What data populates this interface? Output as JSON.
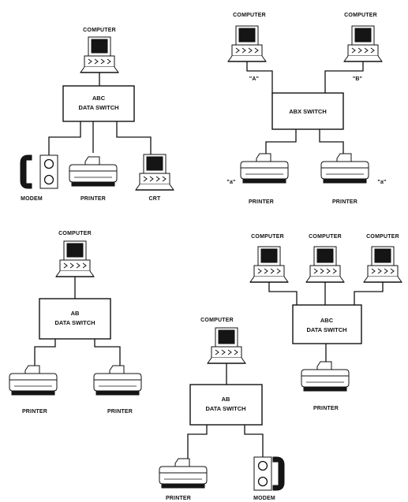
{
  "labels": {
    "computer": "COMPUTER",
    "printer": "PRINTER",
    "modem": "MODEM",
    "crt": "CRT"
  },
  "diagrams": {
    "d1": {
      "switch_line1": "ABC",
      "switch_line2": "DATA SWITCH"
    },
    "d2": {
      "switch_line1": "ABX SWITCH",
      "port_a": "\"A\"",
      "port_b": "\"B\"",
      "out_left": "\"a\"",
      "out_right": "\"a\""
    },
    "d3": {
      "switch_line1": "AB",
      "switch_line2": "DATA SWITCH"
    },
    "d4": {
      "switch_line1": "ABC",
      "switch_line2": "DATA SWITCH"
    },
    "d5": {
      "switch_line1": "AB",
      "switch_line2": "DATA SWITCH"
    }
  }
}
